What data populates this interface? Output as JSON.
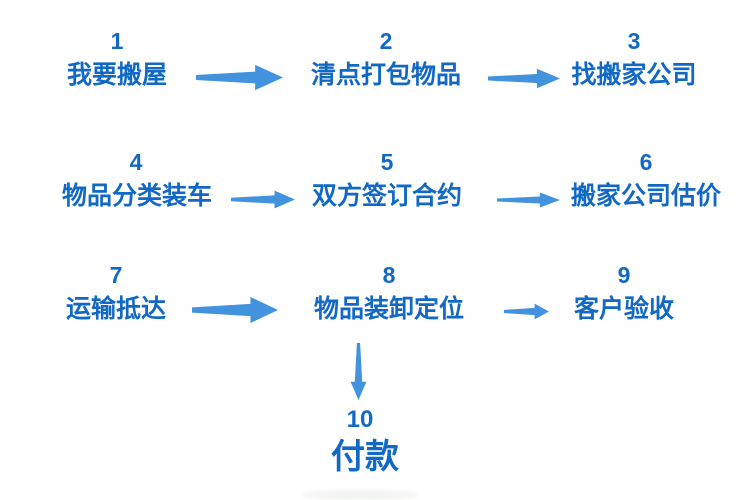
{
  "colors": {
    "step_text": "#1269c5",
    "arrow": "#4292de"
  },
  "flowchart": {
    "title_semantic": "house-moving-process-flow",
    "steps": [
      {
        "num": "1",
        "label": "我要搬屋"
      },
      {
        "num": "2",
        "label": "清点打包物品"
      },
      {
        "num": "3",
        "label": "找搬家公司"
      },
      {
        "num": "4",
        "label": "物品分类装车"
      },
      {
        "num": "5",
        "label": "双方签订合约"
      },
      {
        "num": "6",
        "label": "搬家公司估价"
      },
      {
        "num": "7",
        "label": "运输抵达"
      },
      {
        "num": "8",
        "label": "物品装卸定位"
      },
      {
        "num": "9",
        "label": "客户验收"
      },
      {
        "num": "10",
        "label": "付款"
      }
    ]
  }
}
